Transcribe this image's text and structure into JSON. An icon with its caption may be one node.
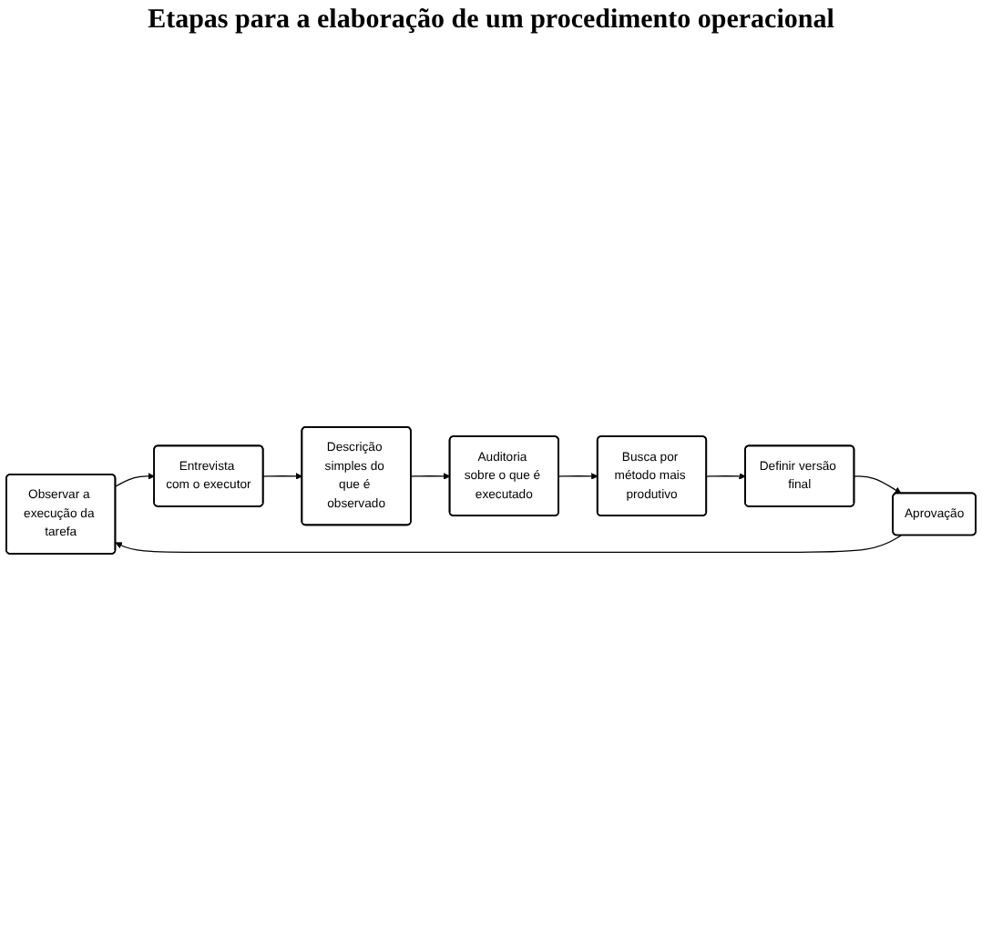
{
  "diagram": {
    "title": "Etapas para a elaboração de um procedimento operacional",
    "nodes": [
      {
        "text": [
          "Observar a execução da tarefa"
        ]
      },
      {
        "text": [
          "Entrevista com o executor"
        ]
      },
      {
        "text": [
          "Descrição simples do que é observado"
        ]
      },
      {
        "text": [
          "Auditoria sobre o que é executado"
        ]
      },
      {
        "text": [
          "Busca por método mais produtivo"
        ]
      },
      {
        "text": [
          "Definir versão final"
        ]
      },
      {
        "text": [
          "Aprovação"
        ]
      }
    ],
    "edges": [
      {
        "from": 0,
        "to": 1,
        "arrow": "to"
      },
      {
        "from": 1,
        "to": 2,
        "arrow": "to"
      },
      {
        "from": 2,
        "to": 3,
        "arrow": "to"
      },
      {
        "from": 3,
        "to": 4,
        "arrow": "to"
      },
      {
        "from": 4,
        "to": 5,
        "arrow": "to"
      },
      {
        "from": 5,
        "to": 6,
        "arrow": "to"
      },
      {
        "from": 6,
        "to": 0,
        "arrow": "to"
      }
    ]
  }
}
